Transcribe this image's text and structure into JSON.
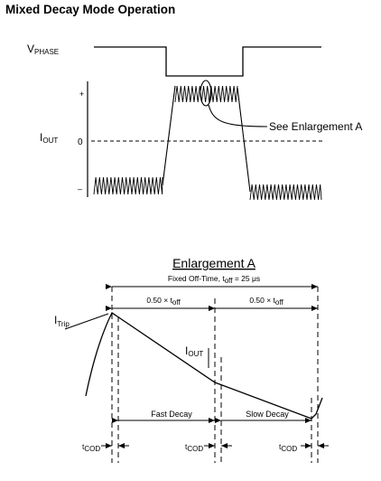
{
  "title": "Mixed Decay Mode Operation",
  "top": {
    "v_label": "V",
    "v_sub": "PHASE",
    "i_label": "I",
    "i_sub": "OUT",
    "plus": "+",
    "zero": "0",
    "minus": "–",
    "callout": "See Enlargement A"
  },
  "enlargement": {
    "heading": "Enlargement A",
    "fixed_pre": "Fixed Off-Time, t",
    "fixed_sub": "off",
    "fixed_post": " = 25 μs",
    "interval_pre": "0.50 × t",
    "interval_sub": "off",
    "itrip": "I",
    "itrip_sub": "Trip",
    "iout": "I",
    "iout_sub": "OUT",
    "fast_decay": "Fast Decay",
    "slow_decay": "Slow Decay",
    "tcod": "t",
    "tcod_sub": "COD"
  }
}
